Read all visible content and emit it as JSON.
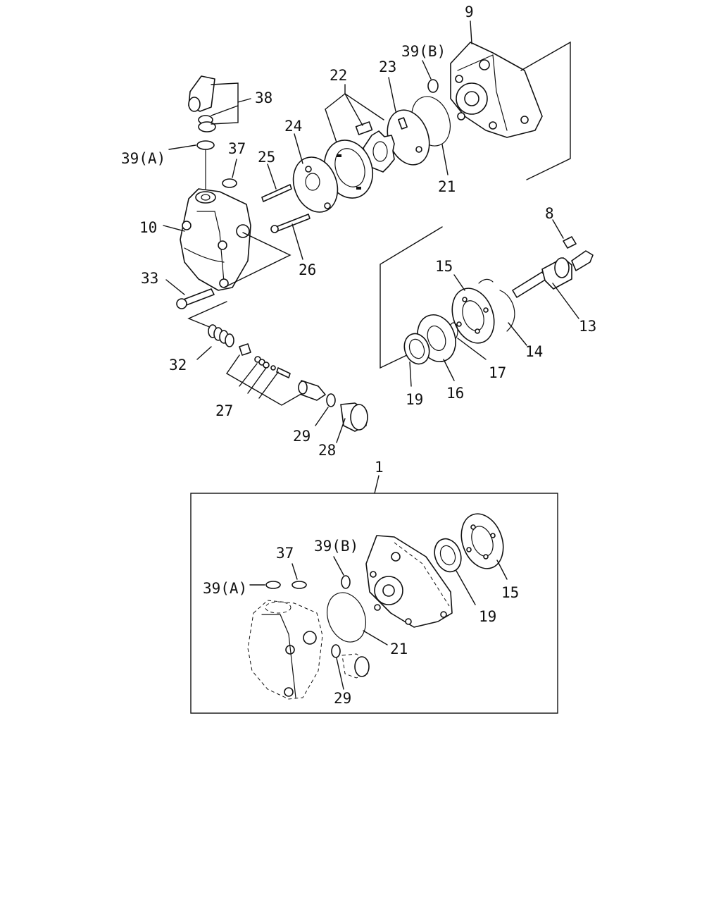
{
  "labels": {
    "p9": "9",
    "p39b": "39(B)",
    "p23": "23",
    "p22": "22",
    "p38": "38",
    "p24": "24",
    "p39a": "39(A)",
    "p37": "37",
    "p25": "25",
    "p21": "21",
    "p10": "10",
    "p26": "26",
    "p33": "33",
    "p8": "8",
    "p15": "15",
    "p13": "13",
    "p14": "14",
    "p17": "17",
    "p16": "16",
    "p19": "19",
    "p32": "32",
    "p27": "27",
    "p29": "29",
    "p28": "28",
    "p1": "1",
    "box_p37": "37",
    "box_p39b": "39(B)",
    "box_p39a": "39(A)",
    "box_p15": "15",
    "box_p19": "19",
    "box_p21": "21",
    "box_p29": "29"
  }
}
